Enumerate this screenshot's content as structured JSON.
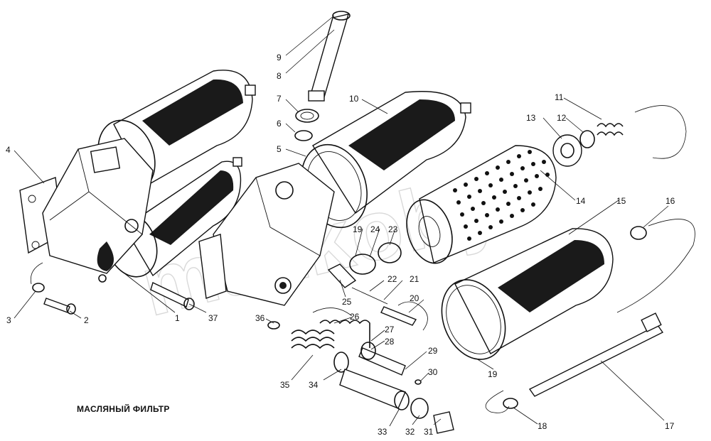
{
  "caption": "МАСЛЯНЫЙ ФИЛЬТР",
  "watermark": "mazkoby",
  "labels": {
    "n1": "1",
    "n2": "2",
    "n3": "3",
    "n4": "4",
    "n5": "5",
    "n6": "6",
    "n7": "7",
    "n8": "8",
    "n9": "9",
    "n10": "10",
    "n11": "11",
    "n12": "12",
    "n13": "13",
    "n14": "14",
    "n15": "15",
    "n16": "16",
    "n17": "17",
    "n18": "18",
    "n19a": "19",
    "n19b": "19",
    "n20": "20",
    "n21": "21",
    "n22": "22",
    "n23": "23",
    "n24": "24",
    "n25": "25",
    "n26": "26",
    "n27": "27",
    "n28": "28",
    "n29": "29",
    "n30": "30",
    "n31": "31",
    "n32": "32",
    "n33": "33",
    "n34": "34",
    "n35": "35",
    "n36": "36",
    "n37": "37"
  }
}
